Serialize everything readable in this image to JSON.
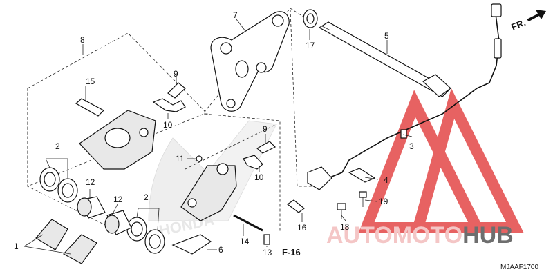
{
  "callouts": {
    "c1": "1",
    "c2a": "2",
    "c2b": "2",
    "c3": "3",
    "c4": "4",
    "c5": "5",
    "c6": "6",
    "c7": "7",
    "c8": "8",
    "c9a": "9",
    "c9b": "9",
    "c10a": "10",
    "c10b": "10",
    "c11": "11",
    "c12a": "12",
    "c12b": "12",
    "c13": "13",
    "c14": "14",
    "c15": "15",
    "c16": "16",
    "c17": "17",
    "c18": "18",
    "c19": "19"
  },
  "direction_label": "FR.",
  "ref_label": "F-16",
  "drawing_code": "MJAAF1700",
  "background_logo_text": "HONDA",
  "watermark": {
    "part1": "AUTOMOTO",
    "part2": "HUB",
    "color1": "#f2b8b8",
    "color2": "#4a4a4a"
  },
  "colors": {
    "watermark_red": "#e23b3b",
    "line": "#111111"
  }
}
